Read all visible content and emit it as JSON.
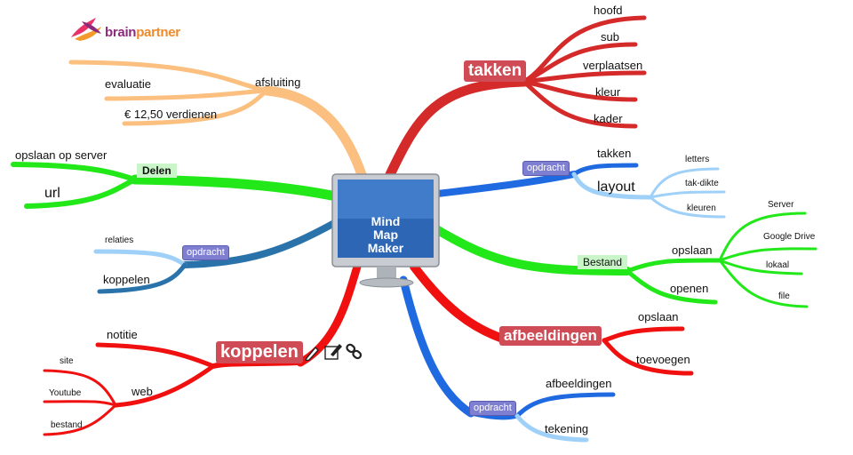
{
  "logo": {
    "text": "brainpartner",
    "icon": "brainpartner-logo-icon"
  },
  "center": {
    "title": "Mind Map Maker",
    "icon": "computer-monitor-icon"
  },
  "colors": {
    "red": "#e01f1f",
    "dark_red": "#d42a2a",
    "orange": "#fbbf80",
    "green": "#22e81a",
    "blue": "#1f6ae0",
    "steel_blue": "#2a73aa",
    "light_blue": "#9fd0f8",
    "tag_bg": "#7f7fd2",
    "big_label_bg": "#cf4b55",
    "green_label_bg": "#c9f5c9"
  },
  "branches": {
    "afsluiting": {
      "label": "afsluiting",
      "children": [
        "evaluatie",
        "€ 12,50 verdienen"
      ]
    },
    "delen": {
      "label": "Delen",
      "children": [
        "opslaan op server",
        "url"
      ]
    },
    "opdracht_left": {
      "label": "opdracht",
      "children": [
        "relaties",
        "koppelen"
      ]
    },
    "koppelen": {
      "label": "koppelen",
      "icons": [
        "pencil-icon",
        "edit-note-icon",
        "link-chain-icon"
      ],
      "children": [
        "notitie",
        "web"
      ],
      "web_children": [
        "site",
        "Youtube",
        "bestand"
      ]
    },
    "takken": {
      "label": "takken",
      "children": [
        "hoofd",
        "sub",
        "verplaatsen",
        "kleur",
        "kader"
      ]
    },
    "opdracht_top": {
      "label": "opdracht",
      "children": [
        "takken",
        "layout"
      ],
      "layout_children": [
        "letters",
        "tak-dikte",
        "kleuren"
      ]
    },
    "bestand": {
      "label": "Bestand",
      "children": [
        "opslaan",
        "openen"
      ],
      "opslaan_children": [
        "Server",
        "Google Drive",
        "lokaal",
        "file"
      ]
    },
    "afbeeldingen": {
      "label": "afbeeldingen",
      "children": [
        "opslaan",
        "toevoegen"
      ]
    },
    "opdracht_bottom": {
      "label": "opdracht",
      "children": [
        "afbeeldingen",
        "tekening"
      ]
    }
  }
}
